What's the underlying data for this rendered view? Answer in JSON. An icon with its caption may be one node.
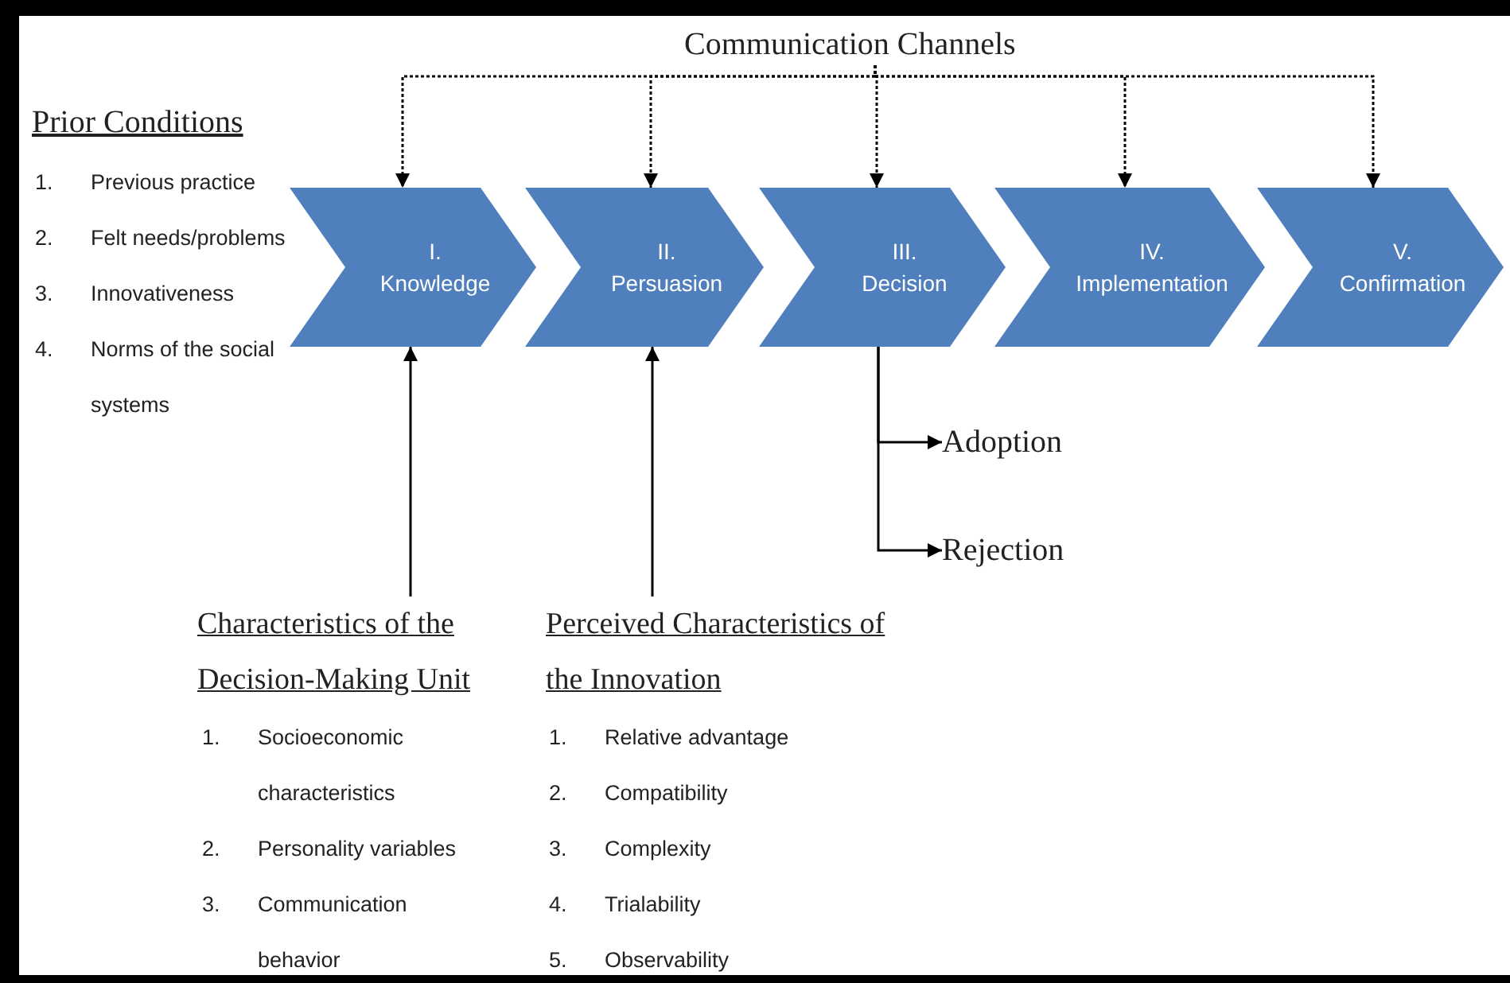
{
  "diagram": {
    "nodes": [
      {
        "text": [
          "Communication Channels"
        ]
      },
      {
        "text": [
          "I.",
          "Knowledge"
        ]
      },
      {
        "text": [
          "II.",
          "Persuasion"
        ]
      },
      {
        "text": [
          "III.",
          "Decision"
        ]
      },
      {
        "text": [
          "IV.",
          "Implementation"
        ]
      },
      {
        "text": [
          "V.",
          "Confirmation"
        ]
      },
      {
        "text": [
          "Characteristics of the Decision-Making Unit"
        ]
      },
      {
        "text": [
          "Perceived Characteristics of the Innovation"
        ]
      },
      {
        "text": [
          "Adoption"
        ]
      },
      {
        "text": [
          "Rejection"
        ]
      }
    ],
    "edges": [
      {
        "from": 0,
        "to": 1,
        "arrow": "to",
        "style": "dashed"
      },
      {
        "from": 0,
        "to": 2,
        "arrow": "to",
        "style": "dashed"
      },
      {
        "from": 0,
        "to": 3,
        "arrow": "to",
        "style": "dashed"
      },
      {
        "from": 0,
        "to": 4,
        "arrow": "to",
        "style": "dashed"
      },
      {
        "from": 0,
        "to": 5,
        "arrow": "to",
        "style": "dashed"
      },
      {
        "from": 6,
        "to": 1,
        "arrow": "to"
      },
      {
        "from": 7,
        "to": 2,
        "arrow": "to"
      },
      {
        "from": 3,
        "to": 8,
        "arrow": "to"
      },
      {
        "from": 3,
        "to": 9,
        "arrow": "to"
      }
    ],
    "labels": [
      "Prior Conditions",
      "1.",
      "Previous practice",
      "2.",
      "Felt needs/problems",
      "3.",
      "Innovativeness",
      "4.",
      "Norms of the social systems",
      "1.",
      "Socioeconomic characteristics",
      "2.",
      "Personality variables",
      "3.",
      "Communication behavior",
      "1.",
      "Relative advantage",
      "2.",
      "Compatibility",
      "3.",
      "Complexity",
      "4.",
      "Trialability",
      "5.",
      "Observability"
    ]
  }
}
